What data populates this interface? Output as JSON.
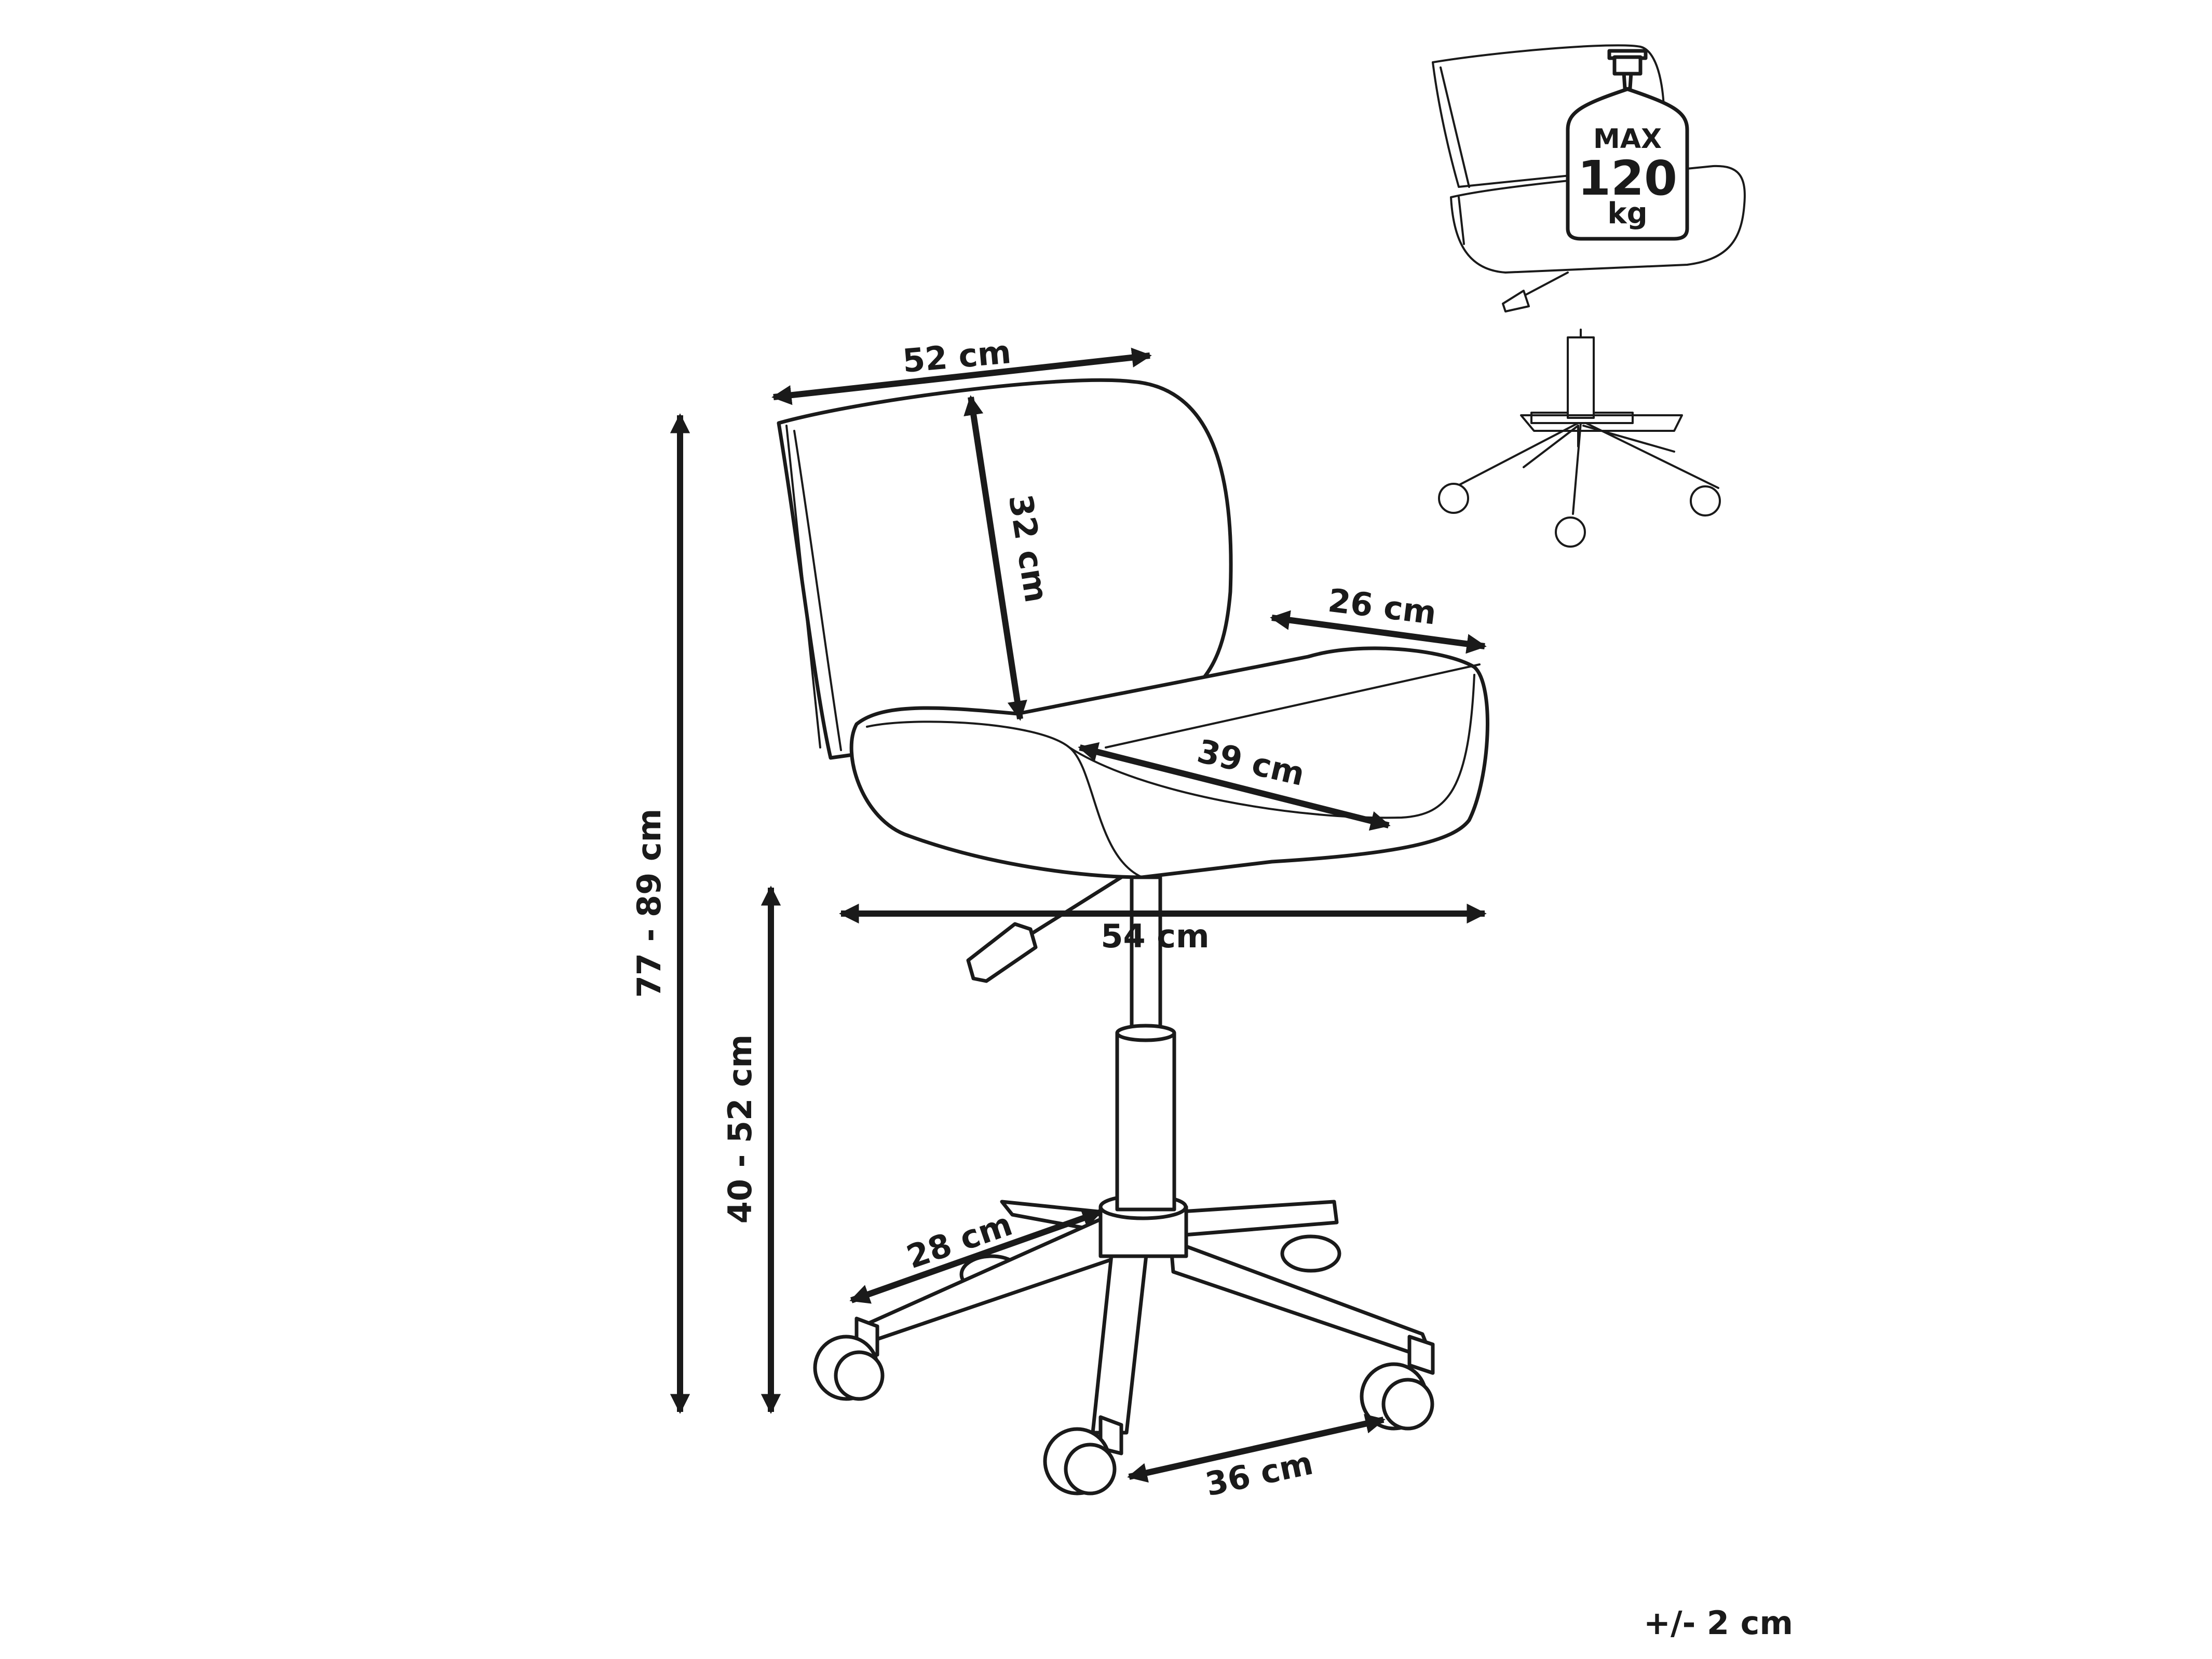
{
  "dimensions": {
    "back_width": "52 cm",
    "back_height": "32 cm",
    "seat_front_width": "26 cm",
    "seat_depth": "39 cm",
    "overall_width": "54 cm",
    "overall_height": "77 - 89 cm",
    "seat_height": "40 - 52 cm",
    "leg_length": "28 cm",
    "wheel_spacing": "36 cm"
  },
  "weight_limit": {
    "line1": "MAX",
    "line2": "120",
    "line3": "kg"
  },
  "tolerance": "+/- 2 cm"
}
